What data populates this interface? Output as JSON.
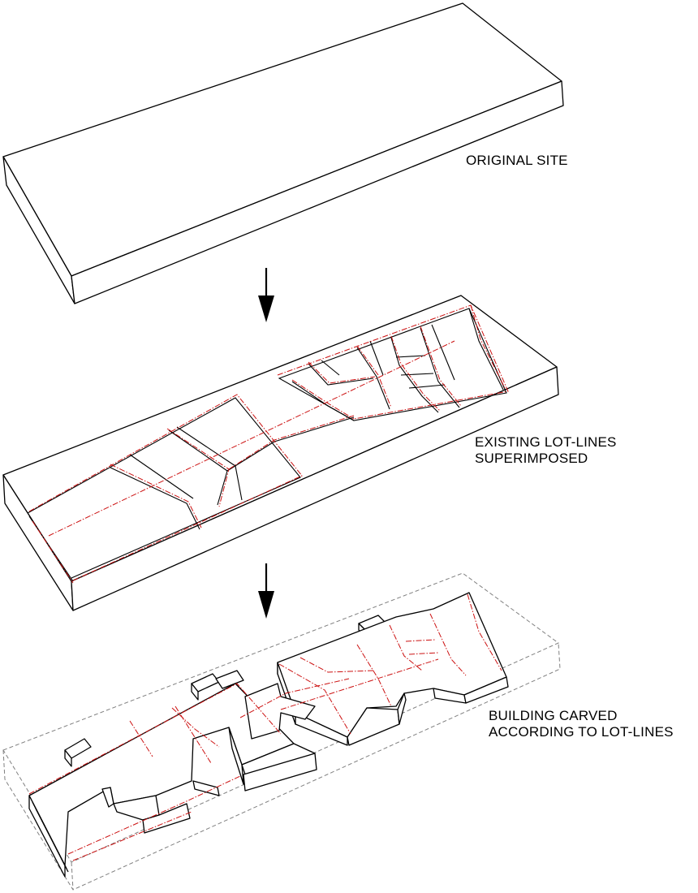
{
  "labels": {
    "original_site": "ORIGINAL SITE",
    "lot_lines_line1": "EXISTING LOT-LINES",
    "lot_lines_line2": "SUPERIMPOSED",
    "carved_line1": "BUILDING CARVED",
    "carved_line2": "ACCORDING TO LOT-LINES"
  },
  "colors": {
    "outline": "#000000",
    "lot_line": "#cc1111",
    "ghost_outline": "#808080"
  },
  "stages": [
    "original-site",
    "lot-lines-superimposed",
    "building-carved"
  ]
}
